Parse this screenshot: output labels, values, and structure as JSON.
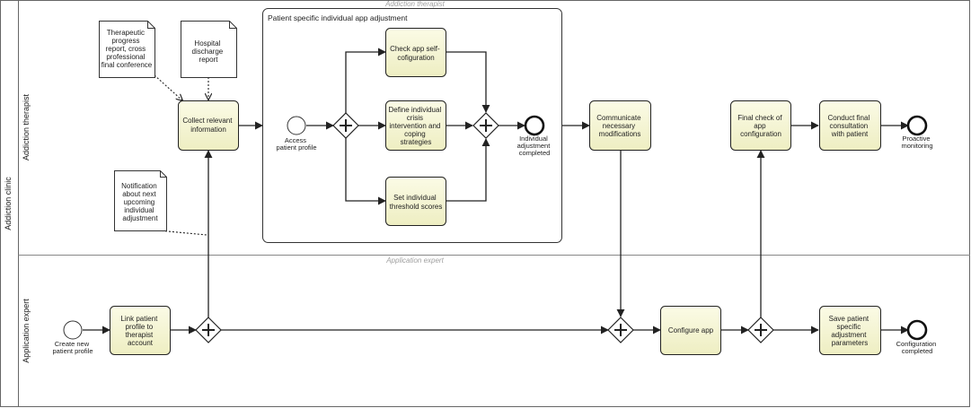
{
  "pool": {
    "name": "Addiction clinic",
    "lanes": [
      {
        "name": "Addiction therapist",
        "header": "Addiction therapist"
      },
      {
        "name": "Application expert",
        "header": "Application expert"
      }
    ]
  },
  "subprocess": {
    "title": "Patient specific individual app adjustment"
  },
  "tasks": {
    "collect_info": [
      "Collect relevant",
      "information"
    ],
    "check_config": [
      "Check app self-",
      "cofiguration"
    ],
    "define_crisis": [
      "Define individual",
      "crisis",
      "intervention and",
      "coping",
      "strategies"
    ],
    "set_thresholds": [
      "Set individual",
      "threshold scores"
    ],
    "communicate": [
      "Communicate",
      "necessary",
      "modifications"
    ],
    "final_check": [
      "Final check of",
      "app",
      "configuration"
    ],
    "final_consultation": [
      "Conduct final",
      "consultation",
      "with patient"
    ],
    "link_profile": [
      "Link patient",
      "profile to",
      "therapist",
      "account"
    ],
    "configure_app": [
      "Configure app"
    ],
    "save_params": [
      "Save patient",
      "specific",
      "adjustment",
      "parameters"
    ]
  },
  "events": {
    "access_profile": [
      "Access",
      "patient profile"
    ],
    "adjustment_completed": [
      "Individual",
      "adjustment",
      "completed"
    ],
    "proactive_monitoring": [
      "Proactive",
      "monitoring"
    ],
    "create_profile": [
      "Create new",
      "patient profile"
    ],
    "configuration_completed": [
      "Configuration",
      "completed"
    ]
  },
  "artifacts": {
    "progress_report": [
      "Therapeutic",
      "progress",
      "report, cross",
      "professional",
      "final conference"
    ],
    "discharge_report": [
      "Hospital",
      "discharge",
      "report"
    ],
    "notification": [
      "Notification",
      "about next",
      "upcoming",
      "individual",
      "adjustment"
    ]
  },
  "colors": {
    "task_fill_top": "#fbfbe6",
    "task_fill_bottom": "#efefc4",
    "stroke": "#222222",
    "lane_line": "#888888"
  }
}
